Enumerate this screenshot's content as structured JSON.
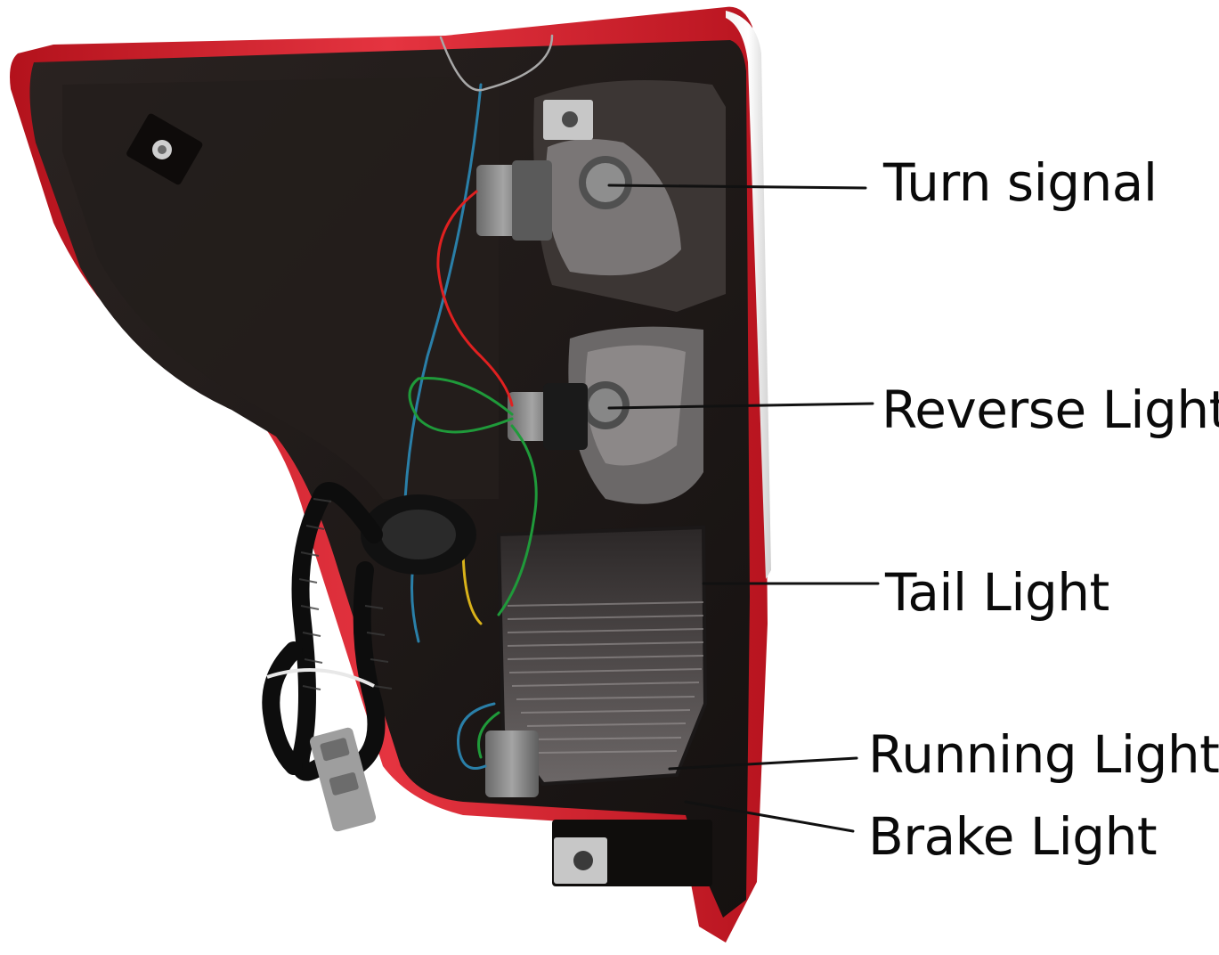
{
  "callouts": [
    {
      "id": "turn",
      "label": "Turn signal"
    },
    {
      "id": "reverse",
      "label": "Reverse Light"
    },
    {
      "id": "tail",
      "label": "Tail Light"
    },
    {
      "id": "running",
      "label": "Running Light"
    },
    {
      "id": "brake",
      "label": "Brake Light"
    }
  ],
  "colors": {
    "lens_red": "#d81e2a",
    "housing_black": "#1c1716",
    "socket_gray": "#8c8c8c",
    "leader_line": "#111111",
    "wire_red": "#e02020",
    "wire_green": "#1f9a3a",
    "wire_blue": "#2a7fa8",
    "wire_yellow": "#d9b21a"
  }
}
